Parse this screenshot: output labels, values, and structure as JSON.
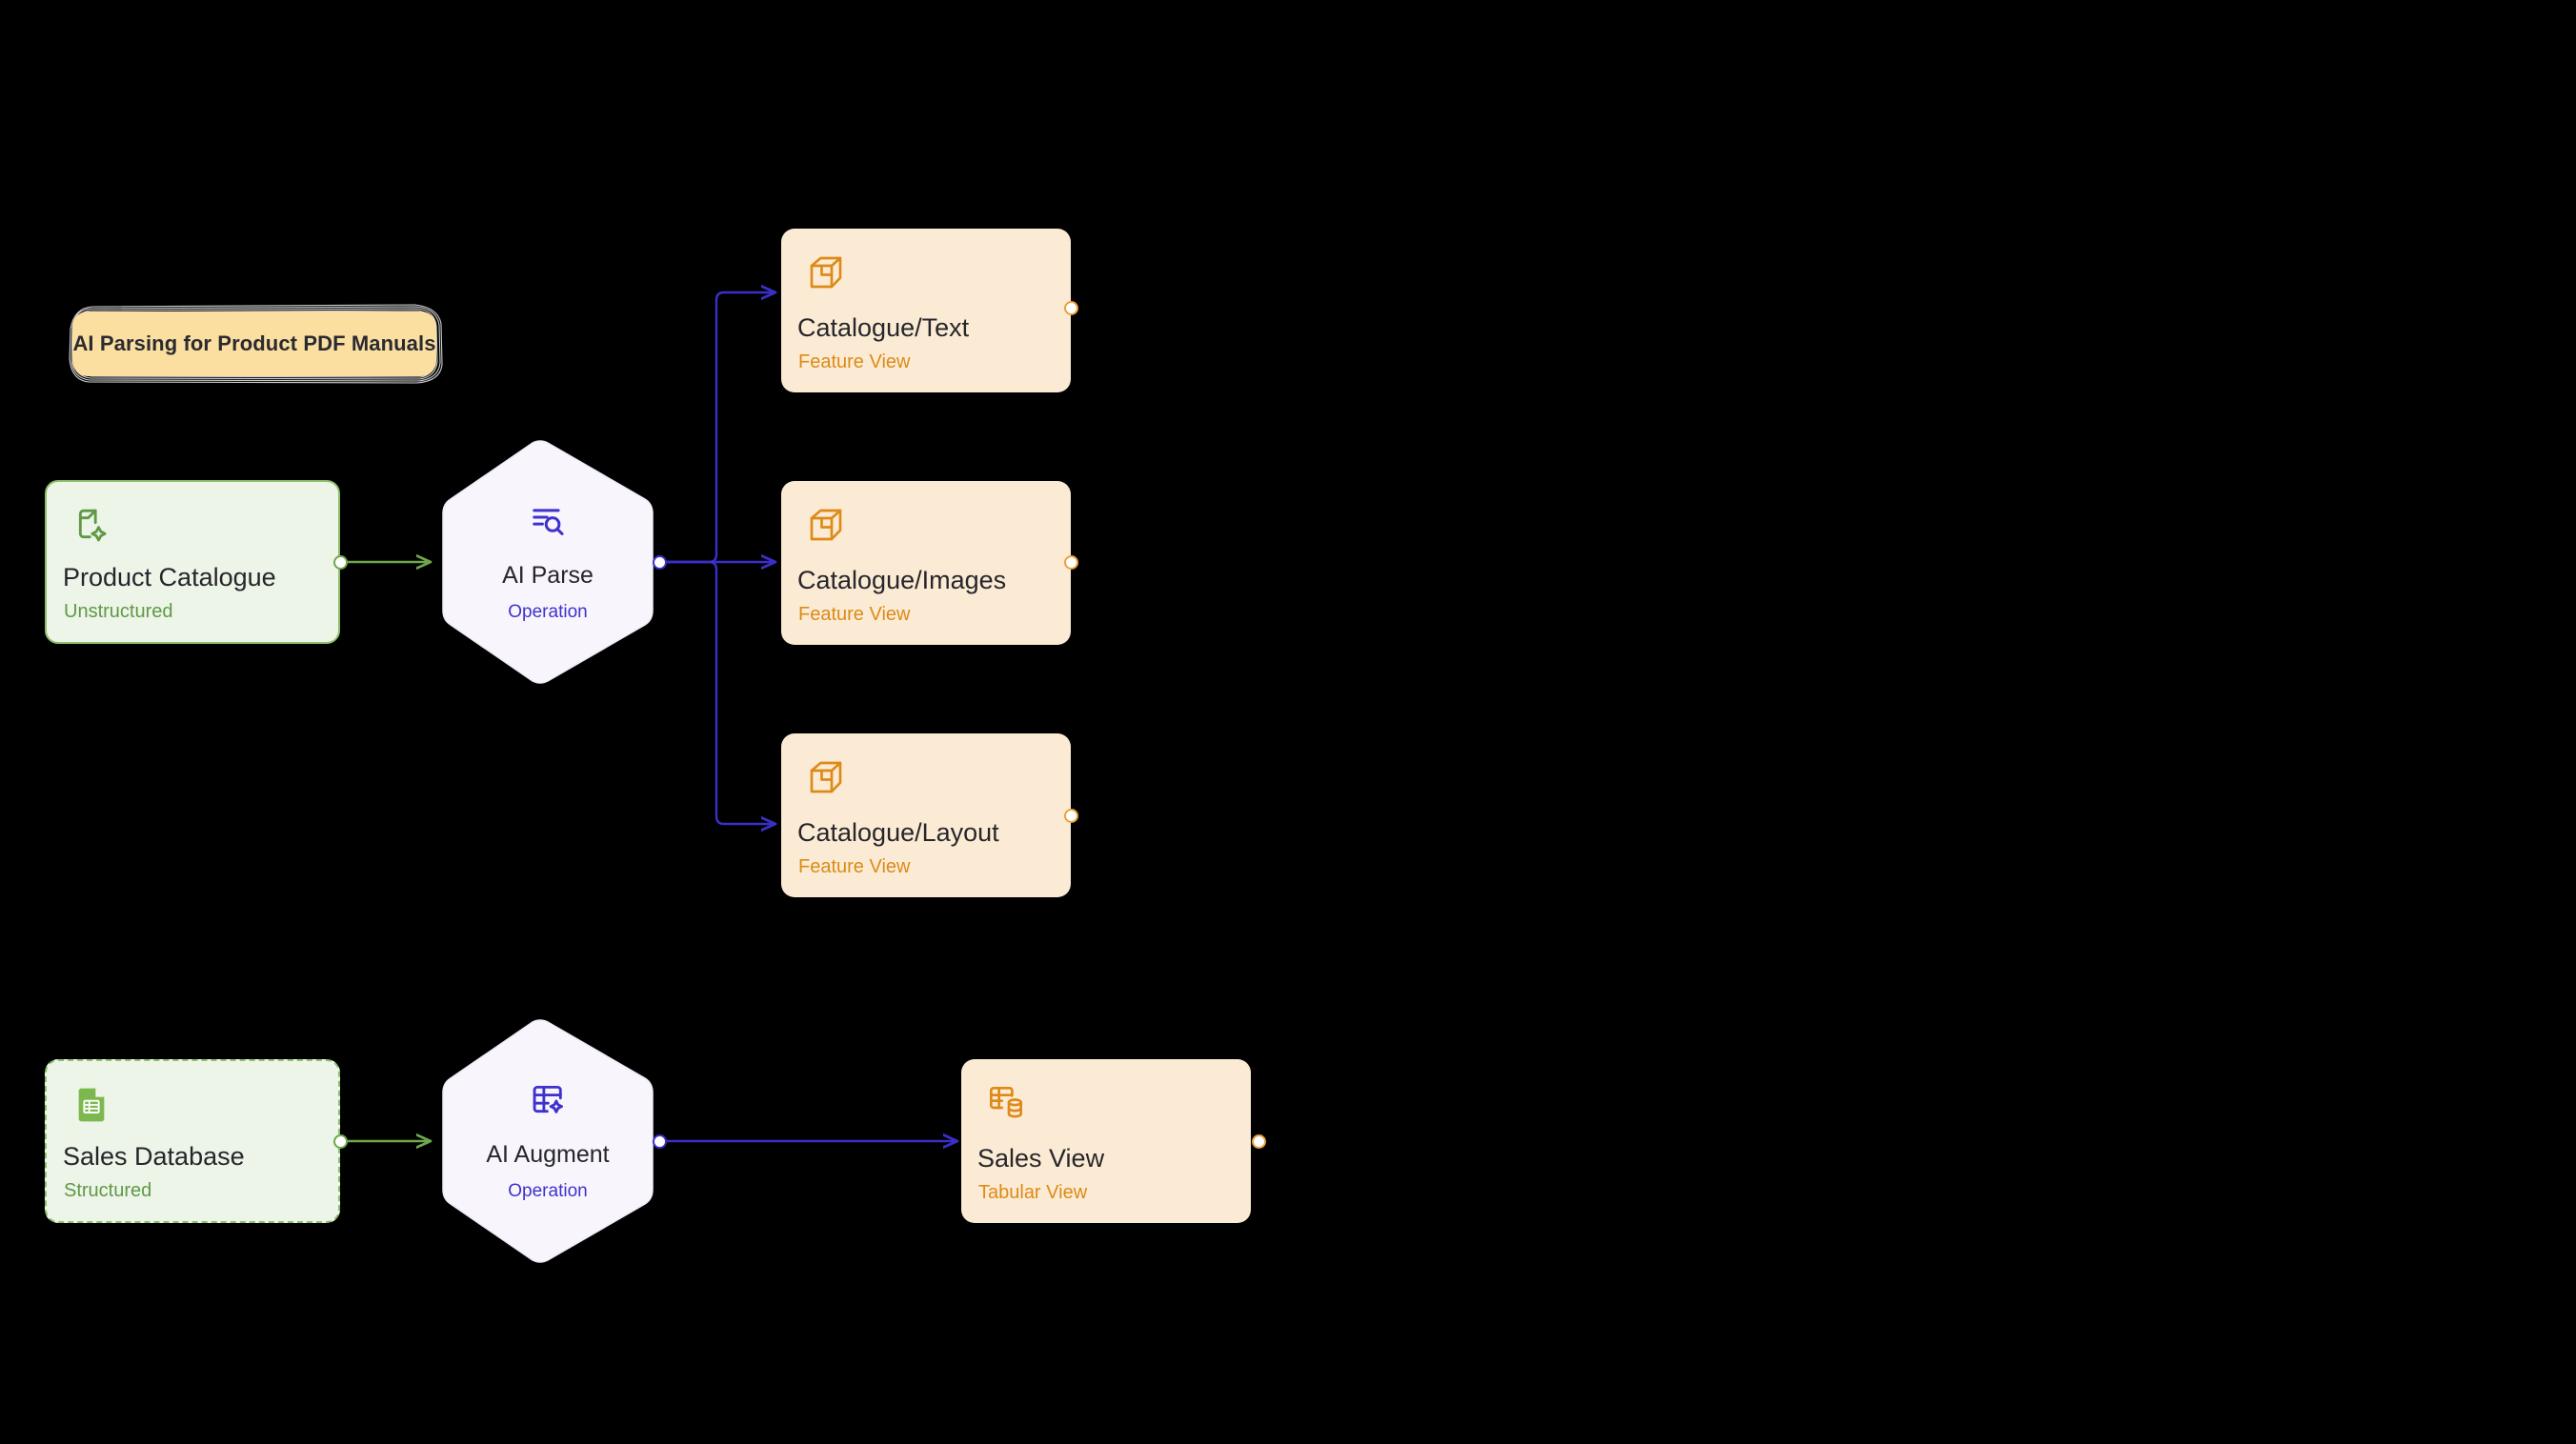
{
  "diagram": {
    "type": "flow-graph",
    "background_color": "#000000",
    "title_badge": {
      "label": "AI Parsing for Product PDF Manuals",
      "fill_color": "#FADFA0",
      "text_color": "#2A2A30",
      "border_style": "sketchy"
    },
    "colors": {
      "source_fill": "#EDF4E8",
      "source_border": "#8CBF6B",
      "source_accent": "#5E9A45",
      "operation_fill": "#F8F5FD",
      "operation_accent": "#3F32CC",
      "view_fill": "#FCEBD4",
      "view_accent": "#DD8A18",
      "edge_green": "#6FA74B",
      "edge_indigo": "#3B2FC9",
      "node_title": "#26262B"
    },
    "nodes": [
      {
        "id": "product-catalogue",
        "kind": "source",
        "title": "Product Catalogue",
        "subtitle": "Unstructured",
        "icon": "document-sparkle-icon",
        "border_style": "solid"
      },
      {
        "id": "ai-parse",
        "kind": "operation",
        "title": "AI Parse",
        "subtitle": "Operation",
        "icon": "text-search-icon"
      },
      {
        "id": "catalogue-text",
        "kind": "view",
        "title": "Catalogue/Text",
        "subtitle": "Feature View",
        "icon": "cube-3d-icon"
      },
      {
        "id": "catalogue-images",
        "kind": "view",
        "title": "Catalogue/Images",
        "subtitle": "Feature View",
        "icon": "cube-3d-icon"
      },
      {
        "id": "catalogue-layout",
        "kind": "view",
        "title": "Catalogue/Layout",
        "subtitle": "Feature View",
        "icon": "cube-3d-icon"
      },
      {
        "id": "sales-database",
        "kind": "source",
        "title": "Sales Database",
        "subtitle": "Structured",
        "icon": "spreadsheet-icon",
        "border_style": "dashed"
      },
      {
        "id": "ai-augment",
        "kind": "operation",
        "title": "AI Augment",
        "subtitle": "Operation",
        "icon": "table-sparkle-icon"
      },
      {
        "id": "sales-view",
        "kind": "view",
        "title": "Sales View",
        "subtitle": "Tabular View",
        "icon": "table-database-icon"
      }
    ],
    "edges": [
      {
        "from": "product-catalogue",
        "to": "ai-parse",
        "color": "#6FA74B",
        "style": "straight"
      },
      {
        "from": "ai-parse",
        "to": "catalogue-text",
        "color": "#3B2FC9",
        "style": "elbow"
      },
      {
        "from": "ai-parse",
        "to": "catalogue-images",
        "color": "#3B2FC9",
        "style": "straight"
      },
      {
        "from": "ai-parse",
        "to": "catalogue-layout",
        "color": "#3B2FC9",
        "style": "elbow"
      },
      {
        "from": "sales-database",
        "to": "ai-augment",
        "color": "#6FA74B",
        "style": "straight"
      },
      {
        "from": "ai-augment",
        "to": "sales-view",
        "color": "#3B2FC9",
        "style": "straight"
      }
    ]
  }
}
